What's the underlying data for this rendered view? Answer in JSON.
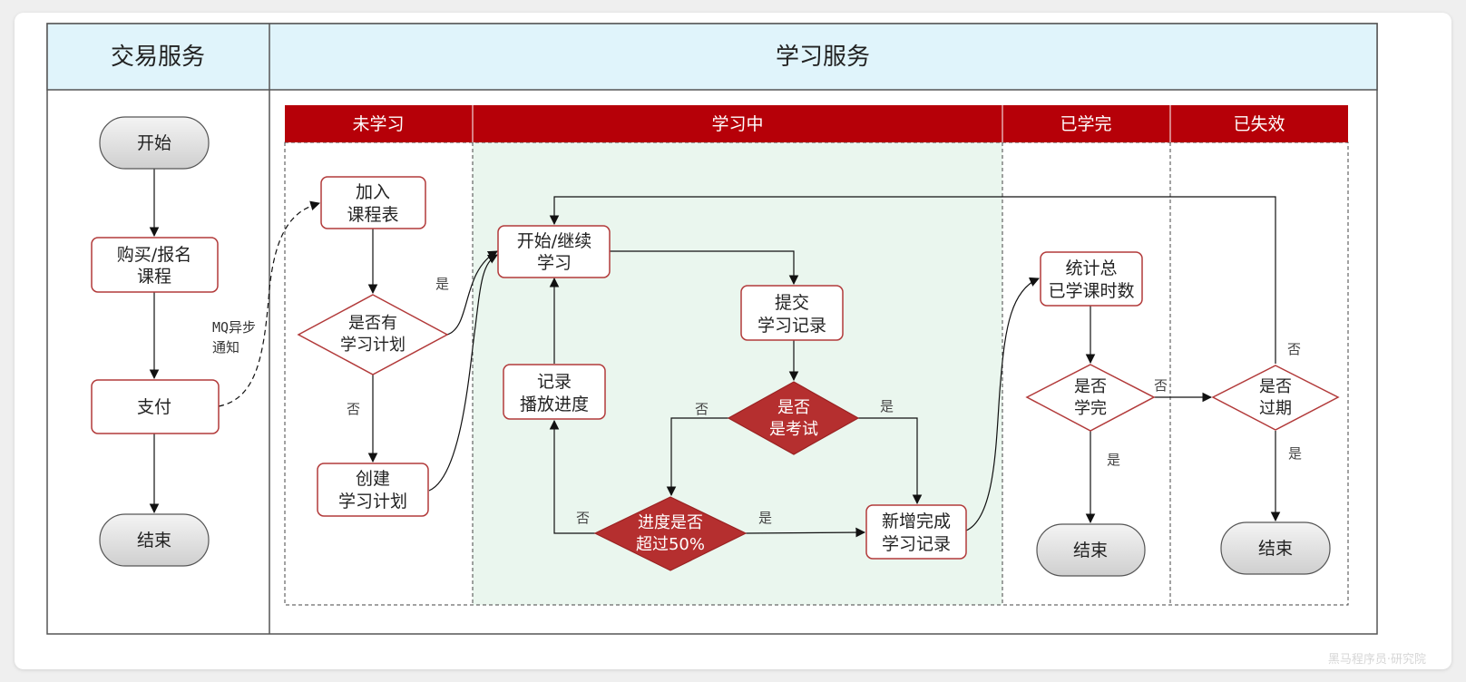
{
  "pools": {
    "trade": "交易服务",
    "learning": "学习服务"
  },
  "lanes": {
    "not_learned": "未学习",
    "learning": "学习中",
    "finished": "已学完",
    "expired": "已失效"
  },
  "nodes": {
    "trade_start": "开始",
    "buy_course": [
      "购买/报名",
      "课程"
    ],
    "pay": "支付",
    "trade_end": "结束",
    "add_course": [
      "加入",
      "课程表"
    ],
    "has_plan": [
      "是否有",
      "学习计划"
    ],
    "create_plan": [
      "创建",
      "学习计划"
    ],
    "start_learning": [
      "开始/继续",
      "学习"
    ],
    "submit_record": [
      "提交",
      "学习记录"
    ],
    "record_progress": [
      "记录",
      "播放进度"
    ],
    "is_exam": [
      "是否",
      "是考试"
    ],
    "progress_check": [
      "进度是否",
      "超过50%"
    ],
    "add_complete": [
      "新增完成",
      "学习记录"
    ],
    "stat_hours": [
      "统计总",
      "已学课时数"
    ],
    "is_finished": [
      "是否",
      "学完"
    ],
    "finished_end": "结束",
    "is_expired": [
      "是否",
      "过期"
    ],
    "expired_end": "结束"
  },
  "edge_labels": {
    "mq": [
      "MQ异步",
      "通知"
    ],
    "plan_yes": "是",
    "plan_no": "否",
    "exam_no": "否",
    "exam_yes": "是",
    "progress_no": "否",
    "progress_yes": "是",
    "finished_no": "否",
    "finished_yes": "是",
    "expired_no": "否",
    "expired_yes": "是"
  },
  "watermark": "黑马程序员·研究院",
  "colors": {
    "header_bg": "#e0f4fb",
    "lane_header": "#b60008",
    "lane_learning_bg": "#eaf6ee",
    "node_border": "#b23a3a",
    "decision_fill": "#b52f2f",
    "terminal_fill": "#e0e0e0"
  }
}
